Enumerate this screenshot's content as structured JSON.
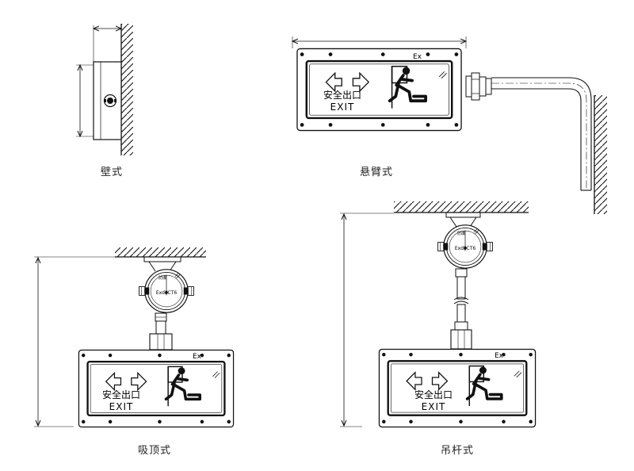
{
  "labels": {
    "wall": "壁式",
    "cantilever": "悬臂式",
    "ceiling": "吸顶式",
    "pendant": "吊杆式"
  },
  "sign": {
    "text_cn": "安全出口",
    "text_en": "EXIT",
    "ex_mark": "Ex"
  },
  "junction_box": {
    "marking": "ExdIICT6",
    "arc_text": "防爆"
  }
}
